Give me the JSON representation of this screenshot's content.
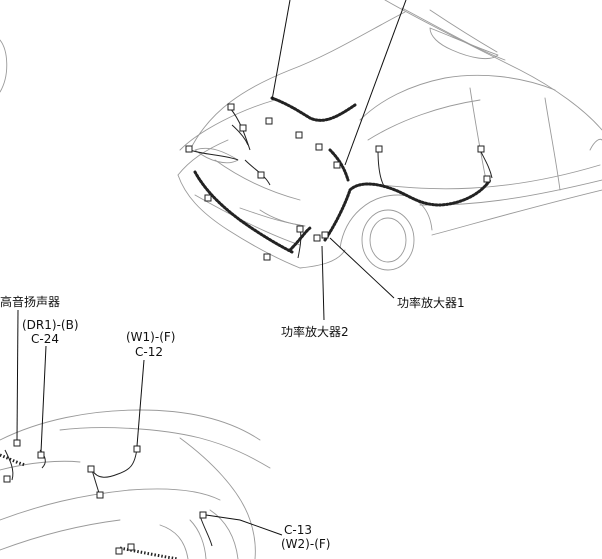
{
  "labels": {
    "amp1": "功率放大器1",
    "amp2": "功率放大器2",
    "tweeter": "高音扬声器",
    "c24_code": "(DR1)-(B)",
    "c24_id": "C-24",
    "c12_code": "(W1)-(F)",
    "c12_id": "C-12",
    "c13_id": "C-13",
    "c13_code": "(W2)-(F)"
  }
}
